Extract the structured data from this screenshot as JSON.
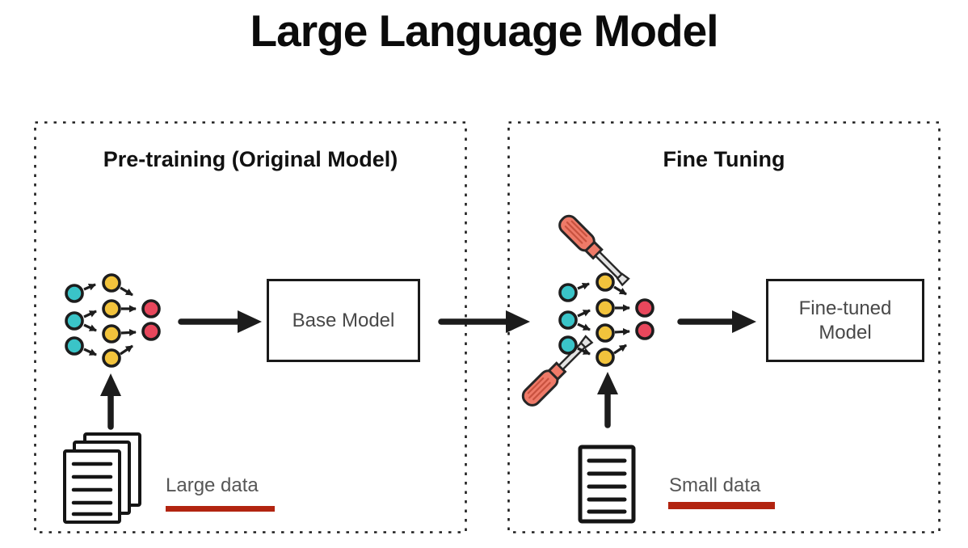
{
  "title": "Large Language Model",
  "colors": {
    "node-cyan": "#3ac4c8",
    "node-yellow": "#f2c33c",
    "node-red": "#e8475c",
    "outline": "#1d1d1d",
    "screwdriver-handle": "#ee7a68",
    "screwdriver-stripe": "#c8523f",
    "screwdriver-shaft": "#e3e3e3",
    "underline-red": "#b22410",
    "label-gray": "#565656",
    "box-text": "#484848"
  },
  "panels": [
    {
      "heading": "Pre-training (Original Model)",
      "model_box_label": "Base Model",
      "data_label": "Large data",
      "icons": {
        "network": "neural-network-icon",
        "data_source": "documents-stack-icon",
        "flow": "arrow-right-icon",
        "feed": "arrow-up-icon"
      }
    },
    {
      "heading": "Fine Tuning",
      "model_box_label": "Fine-tuned Model",
      "data_label": "Small data",
      "icons": {
        "network": "neural-network-icon",
        "tuning_tools": "screwdriver-icon",
        "data_source": "document-icon",
        "flow": "arrow-right-icon",
        "feed": "arrow-up-icon"
      }
    }
  ]
}
